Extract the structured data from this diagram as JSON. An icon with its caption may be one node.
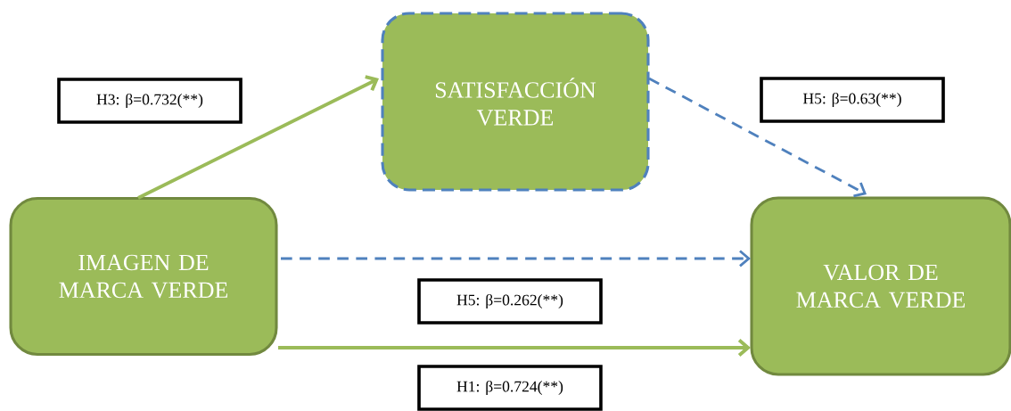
{
  "diagram": {
    "nodes": [
      {
        "text": [
          "SATISFACCIÓN VERDE"
        ]
      },
      {
        "text": [
          "IMAGEN DE MARCA VERDE"
        ]
      },
      {
        "text": [
          "VALOR DE MARCA VERDE"
        ]
      }
    ],
    "edges": [
      {
        "from": 1,
        "to": 0,
        "arrow": "to",
        "color": "#9bbb59",
        "label": "H3: β=0.732(**)"
      },
      {
        "from": 0,
        "to": 2,
        "arrow": "to",
        "style": "dashed",
        "color": "#4f81bd",
        "label": "H5: β=0.63(**)"
      },
      {
        "from": 1,
        "to": 2,
        "arrow": "to",
        "style": "dashed",
        "color": "#4f81bd",
        "label": "H5: β=0.262(**)"
      },
      {
        "from": 1,
        "to": 2,
        "arrow": "to",
        "color": "#9bbb59",
        "label": "H1: β=0.724(**)"
      }
    ]
  }
}
